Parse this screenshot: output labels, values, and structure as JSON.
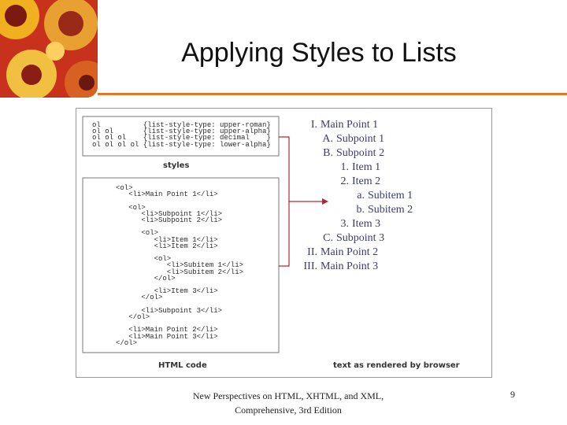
{
  "slide": {
    "title": "Applying Styles to Lists",
    "footer_line1": "New Perspectives on HTML, XHTML, and XML,",
    "footer_line2": "Comprehensive, 3rd Edition",
    "page_number": "9",
    "accent_color": "#e07a2a"
  },
  "figure": {
    "styles_code": [
      "ol          {list-style-type: upper-roman}",
      "ol ol       {list-style-type: upper-alpha}",
      "ol ol ol    {list-style-type: decimal    }",
      "ol ol ol ol {list-style-type: lower-alpha}"
    ],
    "styles_caption": "styles",
    "html_code": [
      "<ol>",
      "   <li>Main Point 1</li>",
      "",
      "   <ol>",
      "      <li>Subpoint 1</li>",
      "      <li>Subpoint 2</li>",
      "",
      "      <ol>",
      "         <li>Item 1</li>",
      "         <li>Item 2</li>",
      "",
      "         <ol>",
      "            <li>Subitem 1</li>",
      "            <li>Subitem 2</li>",
      "         </ol>",
      "",
      "         <li>Item 3</li>",
      "      </ol>",
      "",
      "      <li>Subpoint 3</li>",
      "   </ol>",
      "",
      "   <li>Main Point 2</li>",
      "   <li>Main Point 3</li>",
      "</ol>"
    ],
    "html_caption": "HTML code",
    "rendered_caption": "text as rendered by browser",
    "rendered_list": [
      {
        "marker": "I.",
        "text": "Main Point 1",
        "level": 0
      },
      {
        "marker": "A.",
        "text": "Subpoint 1",
        "level": 1
      },
      {
        "marker": "B.",
        "text": "Subpoint 2",
        "level": 1
      },
      {
        "marker": "1.",
        "text": "Item 1",
        "level": 2
      },
      {
        "marker": "2.",
        "text": "Item 2",
        "level": 2
      },
      {
        "marker": "a.",
        "text": "Subitem 1",
        "level": 3
      },
      {
        "marker": "b.",
        "text": "Subitem 2",
        "level": 3
      },
      {
        "marker": "3.",
        "text": "Item 3",
        "level": 2
      },
      {
        "marker": "C.",
        "text": "Subpoint 3",
        "level": 1
      },
      {
        "marker": "II.",
        "text": "Main Point 2",
        "level": 0
      },
      {
        "marker": "III.",
        "text": "Main Point 3",
        "level": 0
      }
    ],
    "arrow_color": "#b3263a"
  }
}
